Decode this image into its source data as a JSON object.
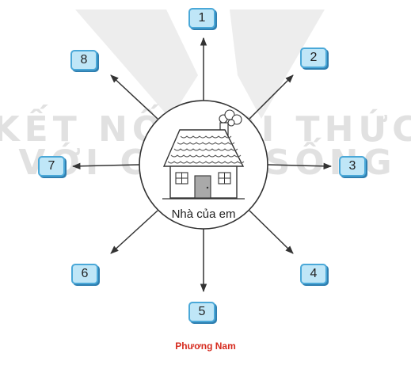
{
  "center_label": "Nhà của em",
  "watermark": {
    "line1": "KẾT NỐI TRI THỨC",
    "line2": "VỚI CUỘC SỐNG"
  },
  "direction_labels": [
    "1",
    "2",
    "3",
    "4",
    "5",
    "6",
    "7",
    "8"
  ],
  "caption": "Phương Nam",
  "colors": {
    "box_fill": "#bfe6f7",
    "box_border": "#4aa8d8",
    "caption": "#d62b1f",
    "arrow": "#333333"
  }
}
